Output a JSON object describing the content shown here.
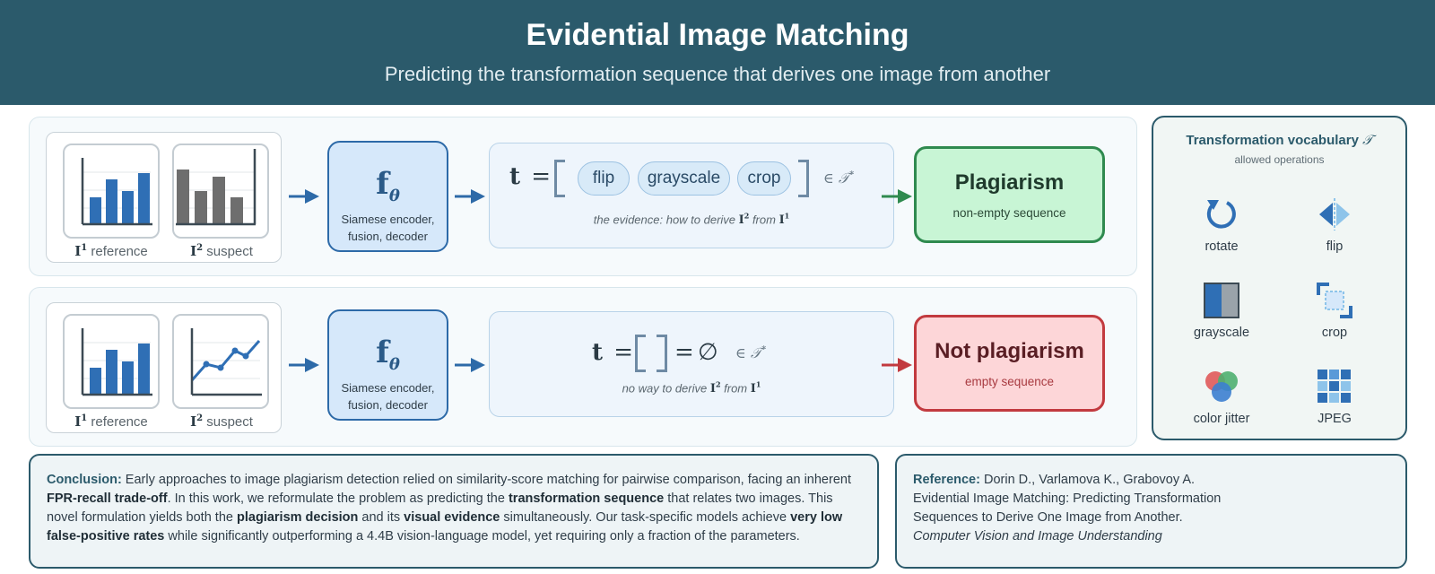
{
  "header": {
    "title": "Evidential Image Matching",
    "subtitle": "Predicting the transformation sequence that derives one image from another"
  },
  "rows": [
    {
      "img1_label": "reference",
      "img2_label": "suspect",
      "encoder_symbol": "f",
      "encoder_sub": "θ",
      "encoder_text_1": "Siamese encoder,",
      "encoder_text_2": "fusion, decoder",
      "seq_symbol": "t",
      "seq_items": [
        "flip",
        "grayscale",
        "crop"
      ],
      "caption_pre": "the evidence: how to derive ",
      "caption_mid": " from ",
      "decision_title": "Plagiarism",
      "decision_sub": "non-empty sequence"
    },
    {
      "img1_label": "reference",
      "img2_label": "suspect",
      "encoder_symbol": "f",
      "encoder_sub": "θ",
      "encoder_text_1": "Siamese encoder,",
      "encoder_text_2": "fusion, decoder",
      "seq_symbol": "t",
      "empty_symbol": "∅",
      "caption_pre": "no way to derive ",
      "caption_mid": " from ",
      "decision_title": "Not plagiarism",
      "decision_sub": "empty sequence"
    }
  ],
  "vocab": {
    "title": "Transformation vocabulary",
    "title_symbol": "𝒯",
    "subtitle": "allowed operations",
    "items": [
      {
        "label": "rotate",
        "icon": "rotate-icon"
      },
      {
        "label": "flip",
        "icon": "flip-icon"
      },
      {
        "label": "grayscale",
        "icon": "grayscale-icon"
      },
      {
        "label": "crop",
        "icon": "crop-icon"
      },
      {
        "label": "color jitter",
        "icon": "color-jitter-icon"
      },
      {
        "label": "JPEG",
        "icon": "jpeg-icon"
      }
    ]
  },
  "conclusion": {
    "key": "Conclusion:",
    "t1": " Early approaches to image plagiarism detection relied on similarity-score matching for pairwise comparison, facing an inherent ",
    "b1": "FPR-recall trade-off",
    "t2": ". In this work, we reformulate the problem as predicting the ",
    "b2": "transformation sequence",
    "t3": " that relates two images. This novel formulation yields both the ",
    "b3": "plagiarism decision",
    "t4": " and its ",
    "b4": "visual evidence",
    "t5": " simultaneously. Our task-specific models achieve ",
    "b5": "very low false-positive rates",
    "t6": " while significantly outperforming a 4.4B vision-language model, yet requiring only a fraction of the parameters."
  },
  "reference": {
    "key": "Reference:",
    "authors": " Dorin D., Varlamova K., Grabovoy A.",
    "title_1": "Evidential Image Matching: Predicting Transformation",
    "title_2": "Sequences to Derive One Image from Another.",
    "journal": "Computer Vision and Image Understanding"
  },
  "colors": {
    "header_bg": "#2b5a6b",
    "encoder_border": "#2d6aa8",
    "positive": "#2f8a4f",
    "negative": "#c23a3f",
    "bar_blue": "#2f6fb5",
    "bar_gray": "#6e6e6e"
  }
}
